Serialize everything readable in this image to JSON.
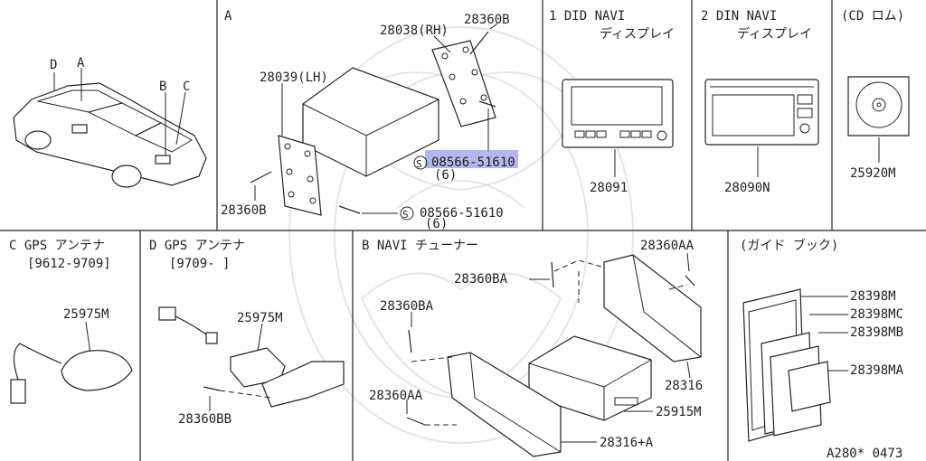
{
  "panels": {
    "top_A_label": "A",
    "did_title_1": "1 DID NAVI",
    "did_title_2": "ディスプレイ",
    "din_title_1": "2 DIN NAVI",
    "din_title_2": "ディスプレイ",
    "cd_title": "(CD ロム)",
    "c_title_1": "C GPS アンテナ",
    "c_title_2": "[9612-9709]",
    "d_title_1": "D GPS アンテナ",
    "d_title_2": "[9709-     ]",
    "b_title": "B NAVI チューナー",
    "guide_title": "(ガイド  ブック)"
  },
  "car_labels": {
    "d": "D",
    "a": "A",
    "b": "B",
    "c": "C"
  },
  "parts": {
    "p28360B_top": "28360B",
    "p28038": "28038(RH)",
    "p28039": "28039(LH)",
    "p08566_a": "08566-51610",
    "p08566_a_qty": "(6)",
    "p08566_b": "08566-51610",
    "p08566_b_qty": "(6)",
    "s_mark": "S",
    "p28360B_left": "28360B",
    "p28091": "28091",
    "p28090N": "28090N",
    "p25920M": "25920M",
    "p25975M_c": "25975M",
    "p25975M_d": "25975M",
    "p28360BB": "28360BB",
    "p28360AA_top": "28360AA",
    "p28360BA_top": "28360BA",
    "p28360BA_left": "28360BA",
    "p28316": "28316",
    "p28360AA_left": "28360AA",
    "p25915M": "25915M",
    "p28316A": "28316+A",
    "p28398M": "28398M",
    "p28398MC": "28398MC",
    "p28398MB": "28398MB",
    "p28398MA": "28398MA"
  },
  "footer_code": "A280* 0473"
}
